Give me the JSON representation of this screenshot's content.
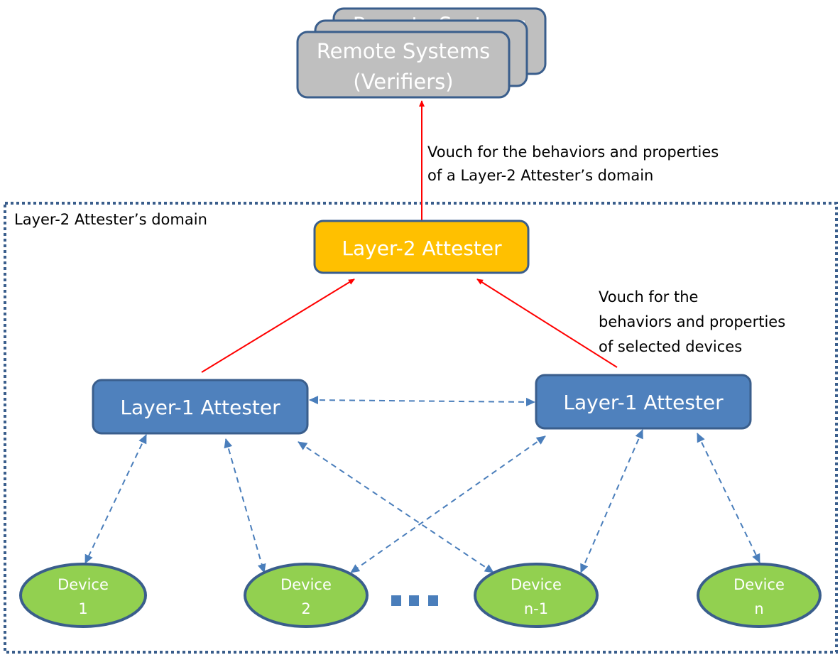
{
  "title": "Layered attestation: Layer-2 Attester's domain",
  "colors": {
    "verifier_fill": "#bfbfbf",
    "node_stroke": "#3a5e8c",
    "layer2_fill": "#ffc000",
    "layer1_fill": "#4f81bd",
    "device_fill": "#92d050",
    "vouch_arrow": "#ff0000",
    "link_arrow": "#4a7ebb",
    "domain_border": "#3a5e8c"
  },
  "verifiers": {
    "line1": "Remote Systems",
    "line2": "(Verifiers)",
    "back_label": "Remote Systems"
  },
  "domain": {
    "label": "Layer-2 Attester’s domain"
  },
  "annotations": {
    "top_vouch": [
      "Vouch for the behaviors and properties",
      "of a Layer-2 Attester’s domain"
    ],
    "device_vouch": [
      "Vouch for the",
      "behaviors and properties",
      "of selected devices"
    ]
  },
  "layer2": {
    "label": "Layer-2 Attester"
  },
  "layer1": [
    {
      "label": "Layer-1 Attester"
    },
    {
      "label": "Layer-1 Attester"
    }
  ],
  "devices": [
    {
      "line1": "Device",
      "line2": "1"
    },
    {
      "line1": "Device",
      "line2": "2"
    },
    {
      "line1": "Device",
      "line2": "n-1"
    },
    {
      "line1": "Device",
      "line2": "n"
    }
  ],
  "ellipsis": "■■■",
  "edges": {
    "vouch": [
      {
        "from": "layer2",
        "to": "verifiers",
        "style": "solid-red",
        "direction": "one-way"
      },
      {
        "from": "layer1-left",
        "to": "layer2",
        "style": "solid-red",
        "direction": "one-way"
      },
      {
        "from": "layer1-right",
        "to": "layer2",
        "style": "solid-red",
        "direction": "one-way"
      }
    ],
    "links": [
      {
        "from": "layer1-left",
        "to": "layer1-right",
        "style": "dashed-blue",
        "direction": "two-way"
      },
      {
        "from": "layer1-left",
        "to": "device-1",
        "style": "dashed-blue",
        "direction": "two-way"
      },
      {
        "from": "layer1-left",
        "to": "device-2",
        "style": "dashed-blue",
        "direction": "two-way"
      },
      {
        "from": "layer1-left",
        "to": "device-n-1",
        "style": "dashed-blue",
        "direction": "two-way"
      },
      {
        "from": "layer1-right",
        "to": "device-2",
        "style": "dashed-blue",
        "direction": "two-way"
      },
      {
        "from": "layer1-right",
        "to": "device-n-1",
        "style": "dashed-blue",
        "direction": "two-way"
      },
      {
        "from": "layer1-right",
        "to": "device-n",
        "style": "dashed-blue",
        "direction": "two-way"
      }
    ]
  }
}
